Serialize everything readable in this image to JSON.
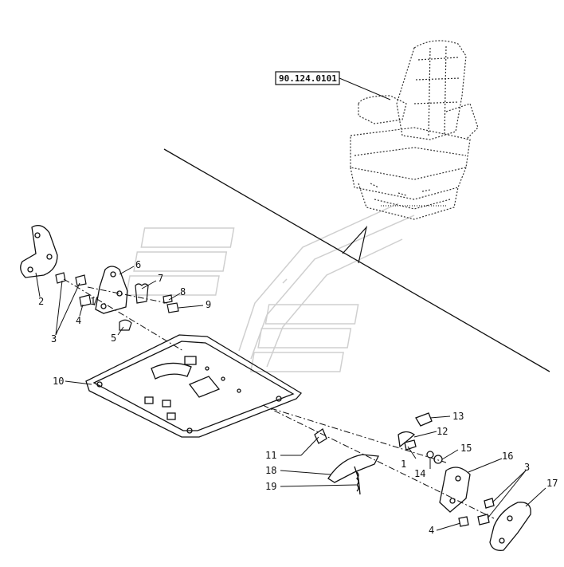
{
  "reference_box": "90.124.0101",
  "callouts": [
    {
      "id": "c1a",
      "text": "1"
    },
    {
      "id": "c1b",
      "text": "1"
    },
    {
      "id": "c2",
      "text": "2"
    },
    {
      "id": "c3a",
      "text": "3"
    },
    {
      "id": "c3b",
      "text": "3"
    },
    {
      "id": "c4a",
      "text": "4"
    },
    {
      "id": "c4b",
      "text": "4"
    },
    {
      "id": "c5",
      "text": "5"
    },
    {
      "id": "c6",
      "text": "6"
    },
    {
      "id": "c7",
      "text": "7"
    },
    {
      "id": "c8",
      "text": "8"
    },
    {
      "id": "c9",
      "text": "9"
    },
    {
      "id": "c10",
      "text": "10"
    },
    {
      "id": "c11",
      "text": "11"
    },
    {
      "id": "c12",
      "text": "12"
    },
    {
      "id": "c13",
      "text": "13"
    },
    {
      "id": "c14",
      "text": "14"
    },
    {
      "id": "c15",
      "text": "15"
    },
    {
      "id": "c16",
      "text": "16"
    },
    {
      "id": "c17",
      "text": "17"
    },
    {
      "id": "c18",
      "text": "18"
    },
    {
      "id": "c19",
      "text": "19"
    }
  ]
}
